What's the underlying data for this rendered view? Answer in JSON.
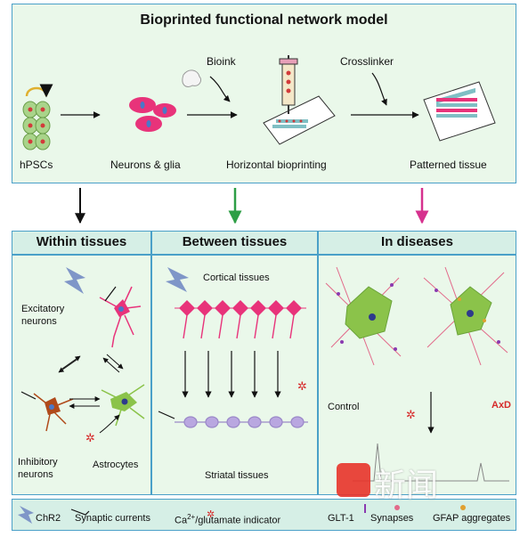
{
  "top": {
    "title": "Bioprinted functional network model",
    "hpscs": "hPSCs",
    "neurons_glia": "Neurons & glia",
    "bioink": "Bioink",
    "crosslinker": "Crosslinker",
    "horizontal": "Horizontal bioprinting",
    "patterned": "Patterned tissue"
  },
  "headers": {
    "within": "Within tissues",
    "between": "Between tissues",
    "diseases": "In diseases"
  },
  "within": {
    "excitatory": "Excitatory\nneurons",
    "inhibitory": "Inhibitory\nneurons",
    "astrocytes": "Astrocytes"
  },
  "between": {
    "cortical": "Cortical tissues",
    "striatal": "Striatal tissues"
  },
  "diseases": {
    "control": "Control",
    "axd": "AxD"
  },
  "legend": {
    "chr2": "ChR2",
    "synaptic": "Synaptic currents",
    "indicator_a": "Ca",
    "indicator_sup": "2+",
    "indicator_b": "/glutamate indicator",
    "glt1": "GLT-1",
    "synapses": "Synapses",
    "gfap": "GFAP aggregates"
  },
  "watermark": "新闻",
  "colors": {
    "panel_bg": "#eaf8ea",
    "border": "#4aa0c8",
    "excitatory": "#e8337a",
    "inhibitory": "#b04a1a",
    "astrocyte": "#8bc34a",
    "striatal": "#b9a7e0",
    "arrow_black": "#111111",
    "arrow_green": "#2e9e46",
    "arrow_magenta": "#d6318e",
    "axd_red": "#d62a2a"
  }
}
